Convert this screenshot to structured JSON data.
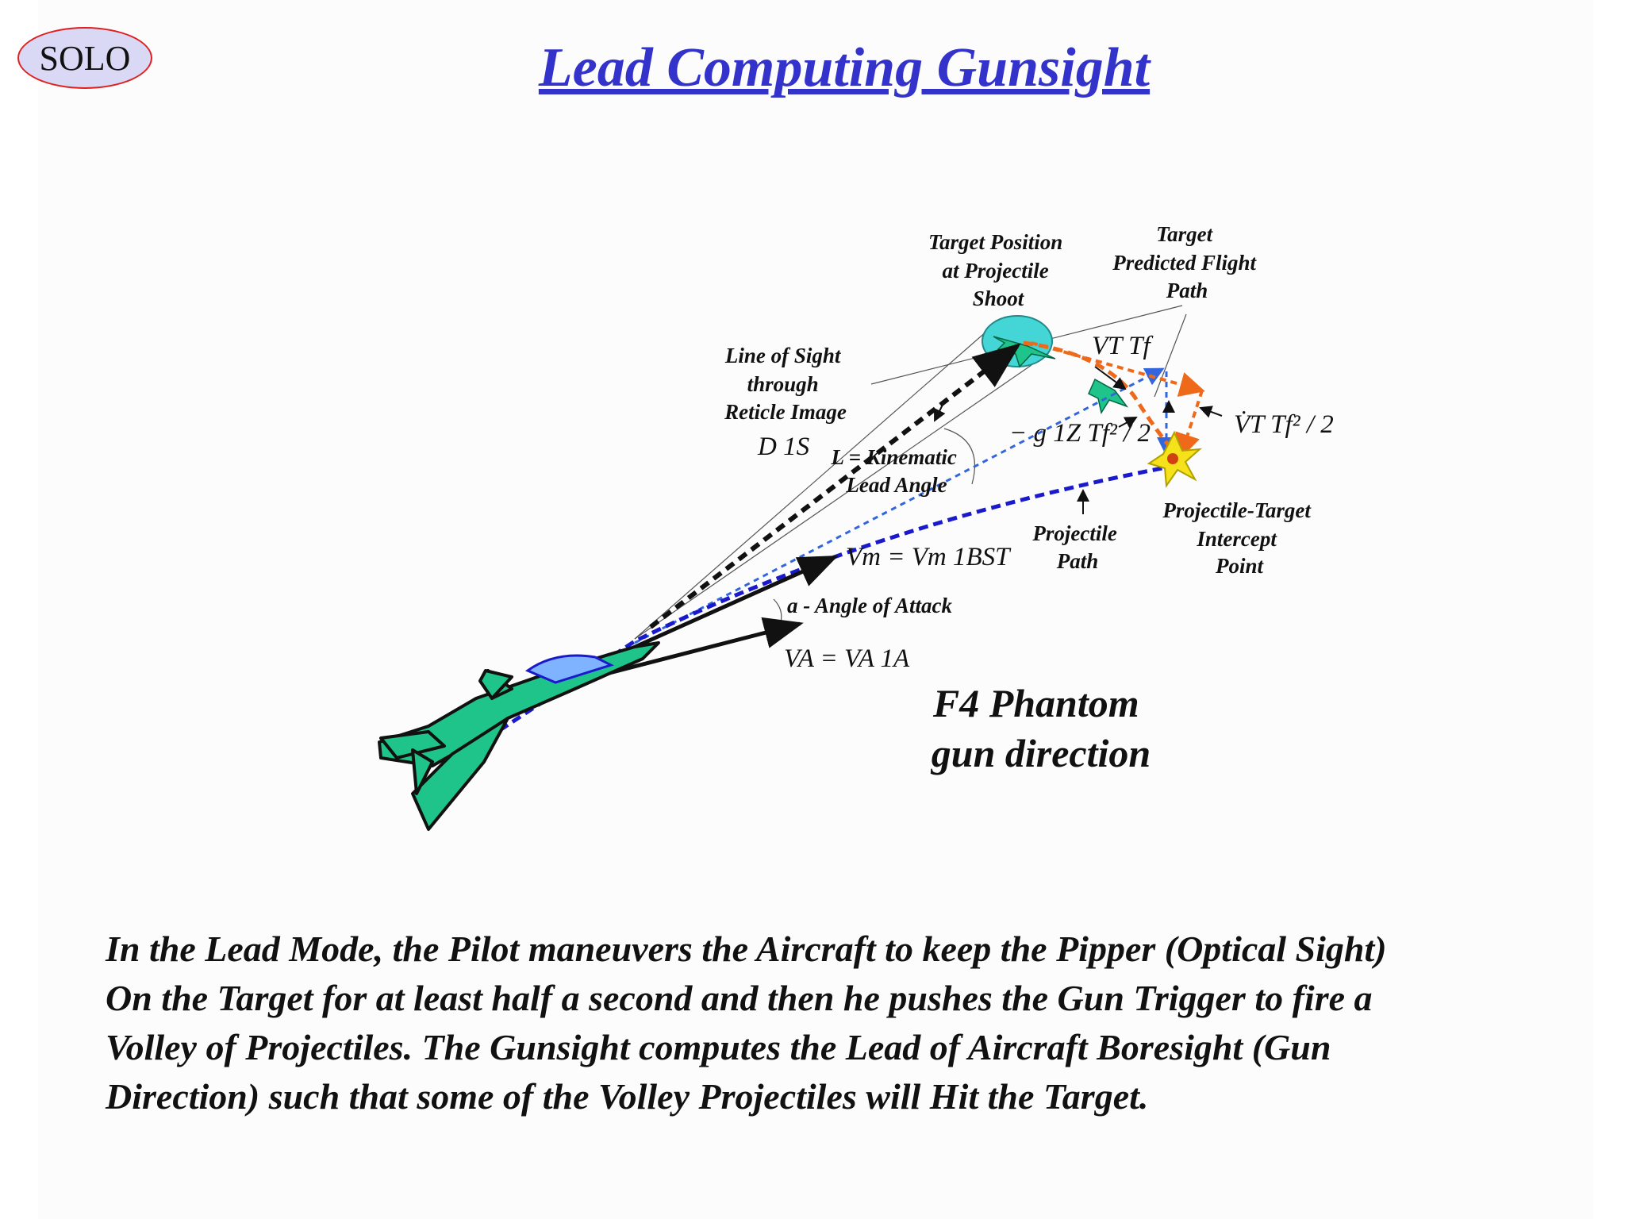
{
  "logo": {
    "text": "SOLO"
  },
  "title": "Lead Computing Gunsight",
  "labels": {
    "target_position": [
      "Target Position",
      "at Projectile",
      "Shoot"
    ],
    "target_predicted": [
      "Target",
      "Predicted Flight",
      "Path"
    ],
    "line_of_sight": [
      "Line of Sight",
      "through",
      "Reticle Image"
    ],
    "kinematic_lead": [
      "L = Kinematic",
      "Lead Angle"
    ],
    "projectile_path": [
      "Projectile",
      "Path"
    ],
    "intercept_point": [
      "Projectile-Target",
      "Intercept",
      "Point"
    ],
    "angle_of_attack": "a - Angle of Attack",
    "aircraft_caption": [
      "F4 Phantom",
      "gun direction"
    ]
  },
  "equations": {
    "d_sight": "D 1S",
    "vt_tf": "VT Tf",
    "gravity_drop": "− g 1Z Tf² / 2",
    "accel_term": "V̇T Tf² / 2",
    "vm": "Vm = Vm 1BST",
    "va": "VA = VA 1A"
  },
  "colors": {
    "title": "#3333cc",
    "aircraft": "#1ec48a",
    "sight_line": "#111111",
    "projectile_path": "#1a1acc",
    "light_blue_path": "#3366dd",
    "predicted_path": "#ee6a1a",
    "intercept_star": "#f5e21a",
    "target_circle": "#44d6d6"
  },
  "body_text": [
    "In the Lead Mode, the Pilot maneuvers the Aircraft to keep the Pipper (Optical Sight)",
    "On the Target for at least half a second and then he pushes the Gun Trigger to fire a",
    "Volley of Projectiles. The Gunsight computes the Lead of Aircraft Boresight (Gun",
    "Direction) such that some of the Volley Projectiles will Hit the Target."
  ]
}
